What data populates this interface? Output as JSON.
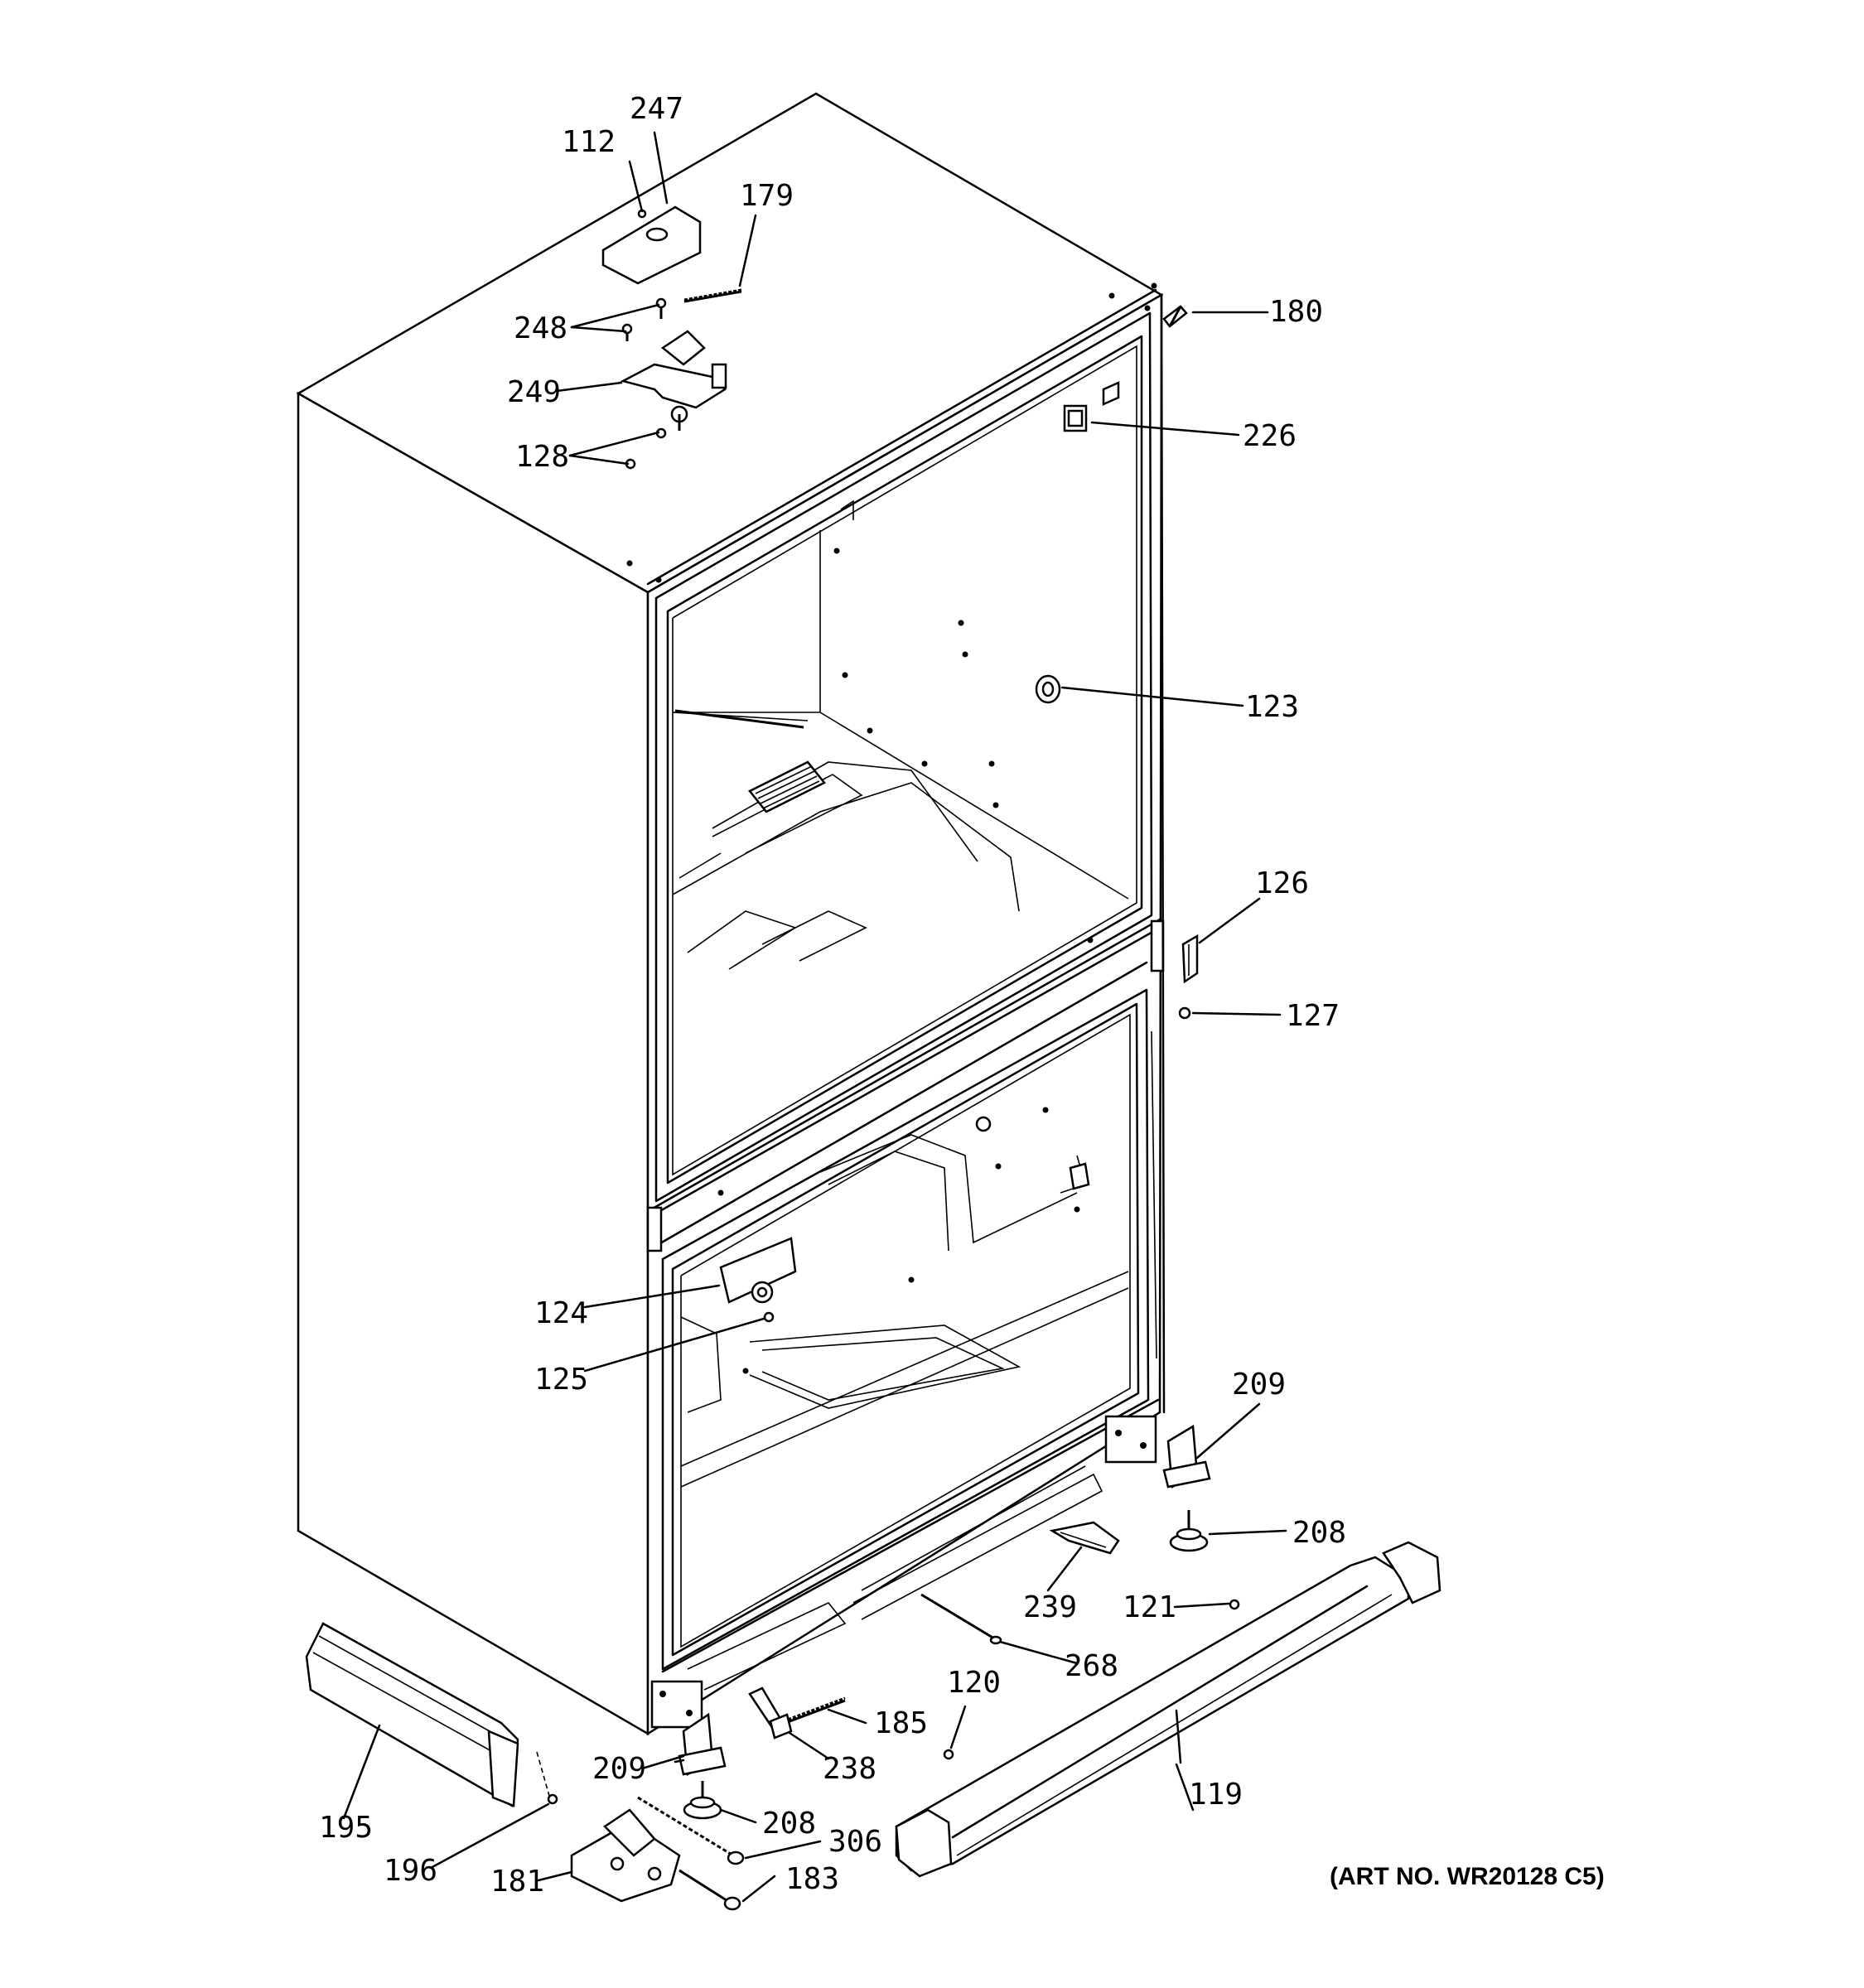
{
  "parts": [
    "247",
    "112",
    "179",
    "180",
    "248",
    "249",
    "226",
    "128",
    "123",
    "126",
    "127",
    "124",
    "125",
    "209",
    "208",
    "239",
    "121",
    "268",
    "120",
    "185",
    "119",
    "195",
    "238",
    "306",
    "196",
    "181",
    "183"
  ],
  "art_number": "(ART NO. WR20128 C5)"
}
